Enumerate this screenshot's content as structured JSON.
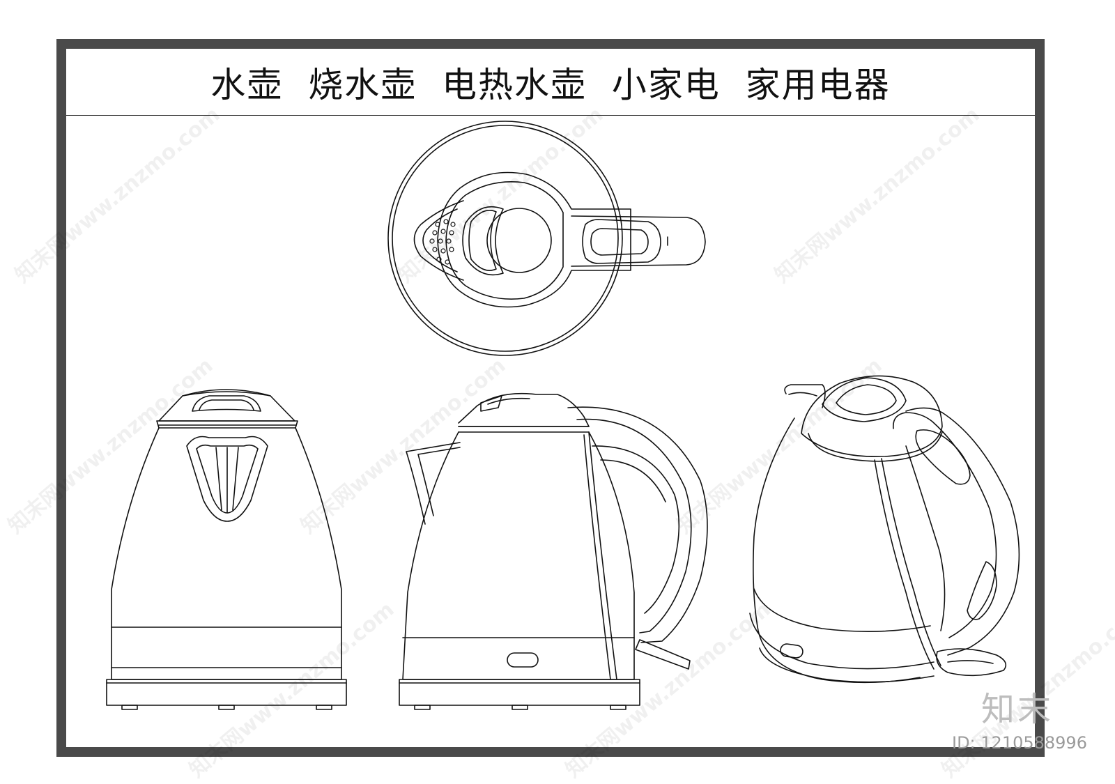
{
  "title": "水壶  烧水壶  电热水壶  小家电  家用电器",
  "watermark_text": "知末网www.znzmo.com",
  "brand_logo": "知末",
  "id_label": "ID: 1210588996",
  "colors": {
    "frame": "#4a4a4a",
    "line": "#111111",
    "watermark": "#d8d8d8"
  },
  "views": [
    {
      "name": "top-view"
    },
    {
      "name": "front-view"
    },
    {
      "name": "side-view"
    },
    {
      "name": "perspective-view"
    }
  ]
}
